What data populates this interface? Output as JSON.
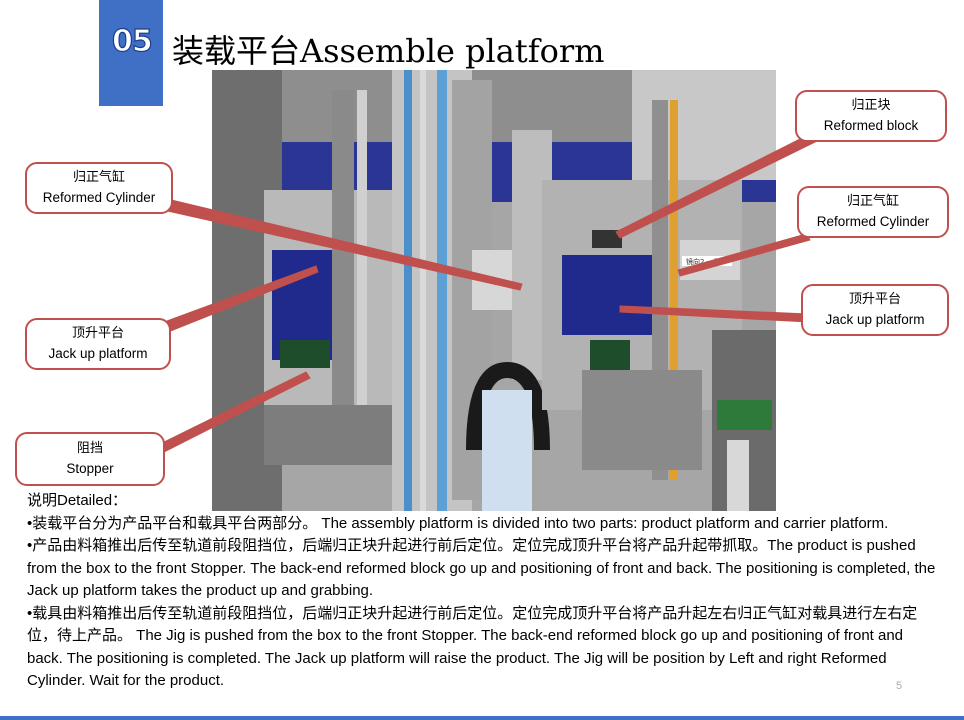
{
  "title": {
    "number": "05",
    "text": "装载平台Assemble platform"
  },
  "callouts": {
    "reformed_block_right": {
      "cn": "归正块",
      "en": "Reformed block"
    },
    "reformed_cylinder_left": {
      "cn": "归正气缸",
      "en": "Reformed Cylinder"
    },
    "reformed_cylinder_right": {
      "cn": "归正气缸",
      "en": "Reformed Cylinder"
    },
    "jack_up_left": {
      "cn": "顶升平台",
      "en": "Jack up platform"
    },
    "jack_up_right": {
      "cn": "顶升平台",
      "en": "Jack up platform"
    },
    "stopper": {
      "cn": "阻挡",
      "en": "Stopper"
    }
  },
  "photo": {
    "overlay_label": "镜向2 一子"
  },
  "description": {
    "heading": "说明Detailed：",
    "paragraphs": [
      "•装载平台分为产品平台和载具平台两部分。 The assembly platform is divided into two parts: product platform and carrier platform.",
      "•产品由料箱推出后传至轨道前段阻挡位，后端归正块升起进行前后定位。定位完成顶升平台将产品升起带抓取。The product is pushed from the box to the front  Stopper. The back-end reformed block go up and positioning of front and back. The positioning is completed,  the Jack up platform takes the product up and grabbing.",
      "•载具由料箱推出后传至轨道前段阻挡位，后端归正块升起进行前后定位。定位完成顶升平台将产品升起左右归正气缸对载具进行左右定位，待上产品。 The Jig  is pushed from the box to the front  Stopper. The back-end reformed block go up and positioning of front and back. The positioning is completed. The Jack up platform will raise the product. The Jig will be position by Left and right Reformed Cylinder. Wait for the product."
    ]
  },
  "page_number": "5",
  "colors": {
    "accent": "#3f70c6",
    "callout_border": "#c0504d",
    "platform_blue": "#1f2a8c"
  }
}
